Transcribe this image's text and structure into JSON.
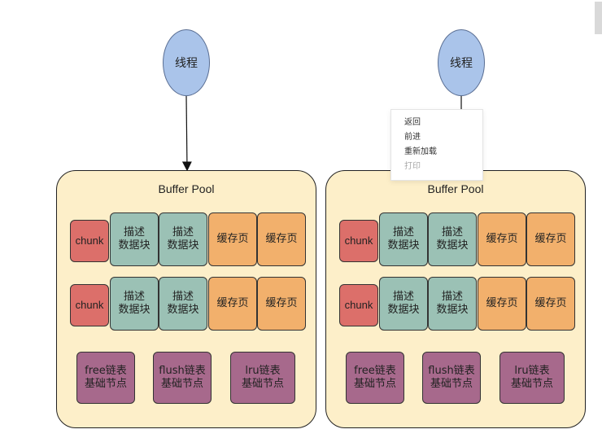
{
  "diagrams": [
    {
      "thread_label": "线程",
      "pool_title": "Buffer Pool",
      "rows": [
        {
          "chunk": "chunk",
          "desc1": "描述\n数据块",
          "desc2": "描述\n数据块",
          "cache1": "缓存页",
          "cache2": "缓存页"
        },
        {
          "chunk": "chunk",
          "desc1": "描述\n数据块",
          "desc2": "描述\n数据块",
          "cache1": "缓存页",
          "cache2": "缓存页"
        }
      ],
      "nodes": [
        "free链表\n基础节点",
        "flush链表\n基础节点",
        "lru链表\n基础节点"
      ]
    },
    {
      "thread_label": "线程",
      "pool_title": "Buffer Pool",
      "rows": [
        {
          "chunk": "chunk",
          "desc1": "描述\n数据块",
          "desc2": "描述\n数据块",
          "cache1": "缓存页",
          "cache2": "缓存页"
        },
        {
          "chunk": "chunk",
          "desc1": "描述\n数据块",
          "desc2": "描述\n数据块",
          "cache1": "缓存页",
          "cache2": "缓存页"
        }
      ],
      "nodes": [
        "free链表\n基础节点",
        "flush链表\n基础节点",
        "lru链表\n基础节点"
      ]
    }
  ],
  "context_menu": {
    "items": [
      {
        "label": "返回",
        "disabled": false
      },
      {
        "label": "前进",
        "disabled": false
      },
      {
        "label": "重新加载",
        "disabled": false
      },
      {
        "label": "打印",
        "disabled": true
      }
    ]
  }
}
